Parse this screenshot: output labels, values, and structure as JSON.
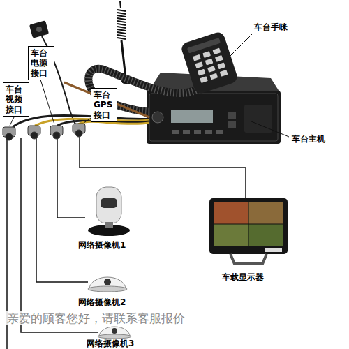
{
  "diagram": {
    "nodes": [
      {
        "text": [
          "车台视频接口"
        ]
      },
      {
        "text": [
          "车台电源接口"
        ]
      },
      {
        "text": [
          "车台GPS接口"
        ]
      }
    ],
    "labels": [
      "车台手咪",
      "车台主机",
      "网络摄像机1",
      "车载显示器",
      "网络摄像机2",
      "网络摄像机3",
      "亲爱的顾客您好，请联系客服报价"
    ]
  }
}
